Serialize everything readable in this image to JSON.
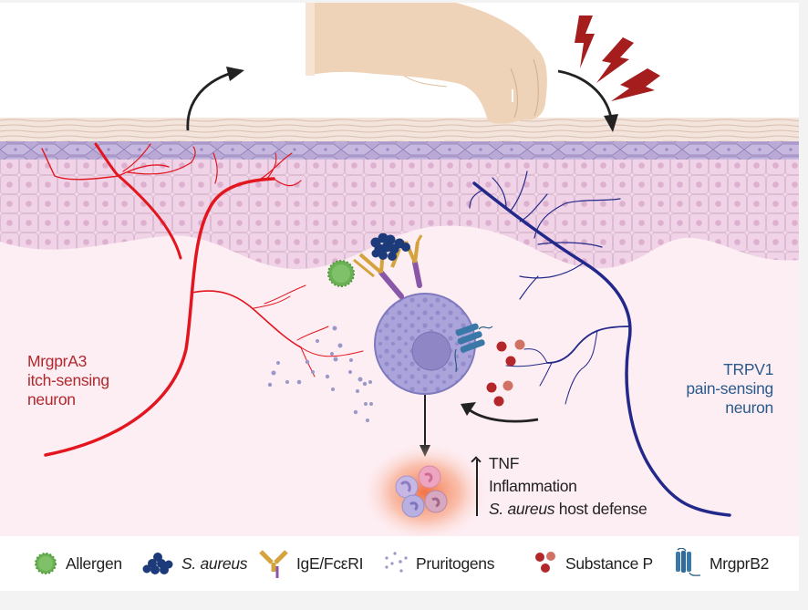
{
  "figure": {
    "labels": {
      "itch_neuron": [
        "MrgprA3",
        "itch-sensing",
        "neuron"
      ],
      "pain_neuron": [
        "TRPV1",
        "pain-sensing",
        "neuron"
      ]
    },
    "effects": {
      "direction": "increase",
      "items": [
        {
          "text": "TNF"
        },
        {
          "text": "Inflammation"
        },
        {
          "italic": "S. aureus",
          "text": " host defense"
        }
      ]
    },
    "colors": {
      "itch_neuron": "#e3161f",
      "pain_neuron": "#23298a",
      "mast_cell": "#a9a3d8",
      "substance_p": "#b3262a",
      "ige": "#d4a33c",
      "fceri": "#8a56a8",
      "allergen": "#6cb055",
      "s_aureus": "#1d3b7a",
      "mrgprb2": "#3a78a8",
      "pruritogen": "#9a98c8",
      "lightning": "#a61d1d"
    }
  },
  "legend": {
    "items": [
      {
        "icon": "allergen-icon",
        "label": "Allergen",
        "italic": false
      },
      {
        "icon": "s-aureus-icon",
        "label": "S. aureus",
        "italic": true
      },
      {
        "icon": "ige-fceri-icon",
        "label": "IgE/FcεRI",
        "italic": false
      },
      {
        "icon": "pruritogens-icon",
        "label": "Pruritogens",
        "italic": false
      },
      {
        "icon": "substance-p-icon",
        "label": "Substance P",
        "italic": false
      },
      {
        "icon": "mrgprb2-icon",
        "label": "MrgprB2",
        "italic": false
      }
    ]
  }
}
